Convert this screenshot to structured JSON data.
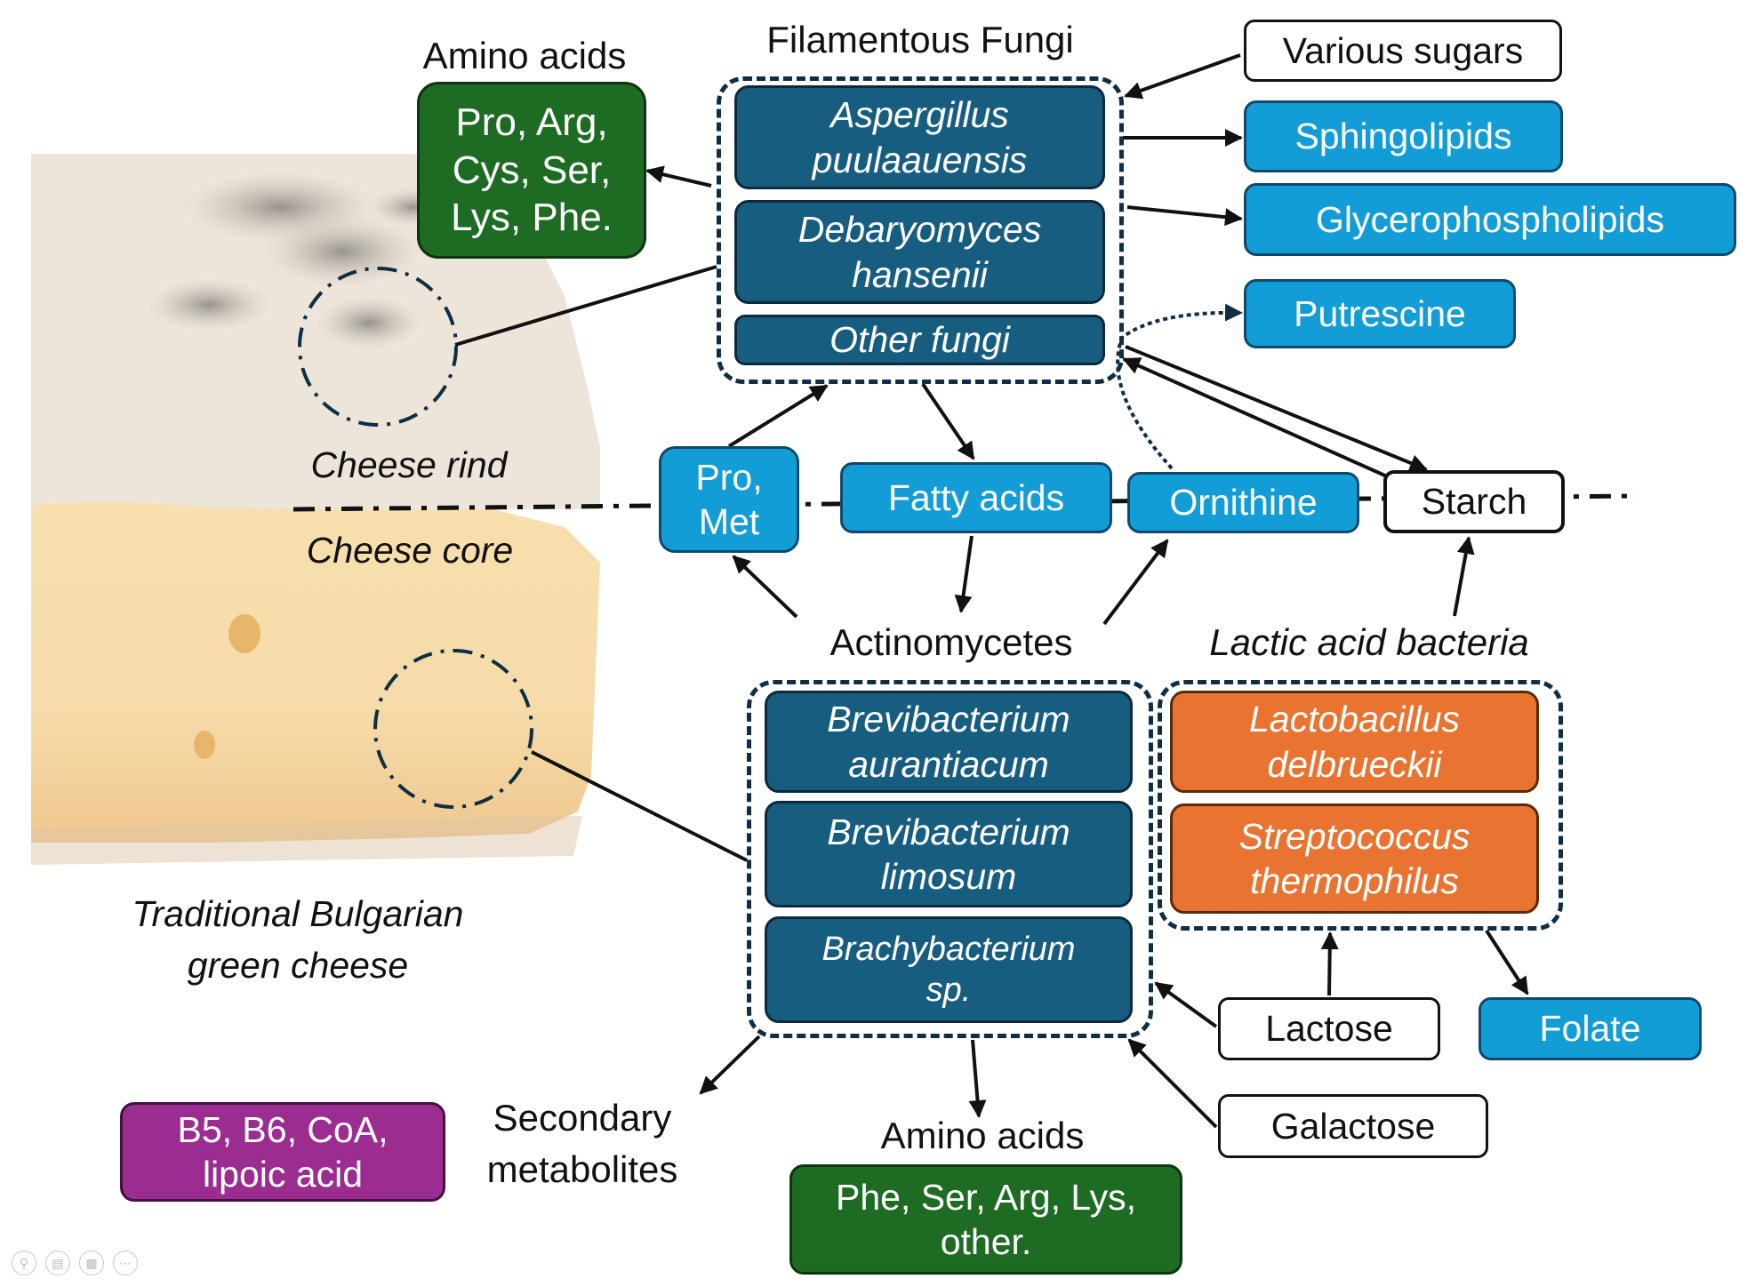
{
  "image": {
    "caption_line1": "Traditional Bulgarian",
    "caption_line2": "green cheese",
    "rind_label": "Cheese rind",
    "core_label": "Cheese core"
  },
  "fungi": {
    "title": "Filamentous Fungi",
    "species": [
      "Aspergillus puulaauensis",
      "Debaryomyces hansenii",
      "Other fungi"
    ],
    "species_lines": [
      [
        "Aspergillus",
        "puulaauensis"
      ],
      [
        "Debaryomyces",
        "hansenii"
      ],
      [
        "Other fungi"
      ]
    ]
  },
  "top_amino": {
    "title": "Amino acids",
    "lines": [
      "Pro, Arg,",
      "Cys, Ser,",
      "Lys, Phe."
    ]
  },
  "right_metabolites": {
    "various_sugars": "Various sugars",
    "sphingolipids": "Sphingolipids",
    "glycerophospholipids": "Glycerophospholipids",
    "putrescine": "Putrescine"
  },
  "middle_row": {
    "pro_met": [
      "Pro,",
      "Met"
    ],
    "fatty_acids": "Fatty acids",
    "ornithine": "Ornithine",
    "starch": "Starch"
  },
  "actinomycetes": {
    "title": "Actinomycetes",
    "species_lines": [
      [
        "Brevibacterium",
        "aurantiacum"
      ],
      [
        "Brevibacterium",
        "limosum"
      ],
      [
        "Brachybacterium",
        "sp."
      ]
    ]
  },
  "lab": {
    "title": "Lactic acid bacteria",
    "species_lines": [
      [
        "Lactobacillus",
        "delbrueckii"
      ],
      [
        "Streptococcus",
        "thermophilus"
      ]
    ]
  },
  "bottom": {
    "lactose": "Lactose",
    "folate": "Folate",
    "galactose": "Galactose",
    "secondary_metabolites": [
      "Secondary",
      "metabolites"
    ],
    "vitamins": [
      "B5, B6, CoA,",
      "lipoic acid"
    ],
    "amino_title": "Amino acids",
    "amino_lines": [
      "Phe, Ser, Arg, Lys,",
      "other."
    ]
  },
  "colors": {
    "navy": "#175d80",
    "light_blue": "#139dd6",
    "orange": "#e97331",
    "green": "#1e6b23",
    "purple": "#9b2d91",
    "dash": "#0f2e44"
  },
  "viewer_controls": [
    "zoom-icon",
    "subtitles-icon",
    "camera-off-icon",
    "more-icon"
  ]
}
